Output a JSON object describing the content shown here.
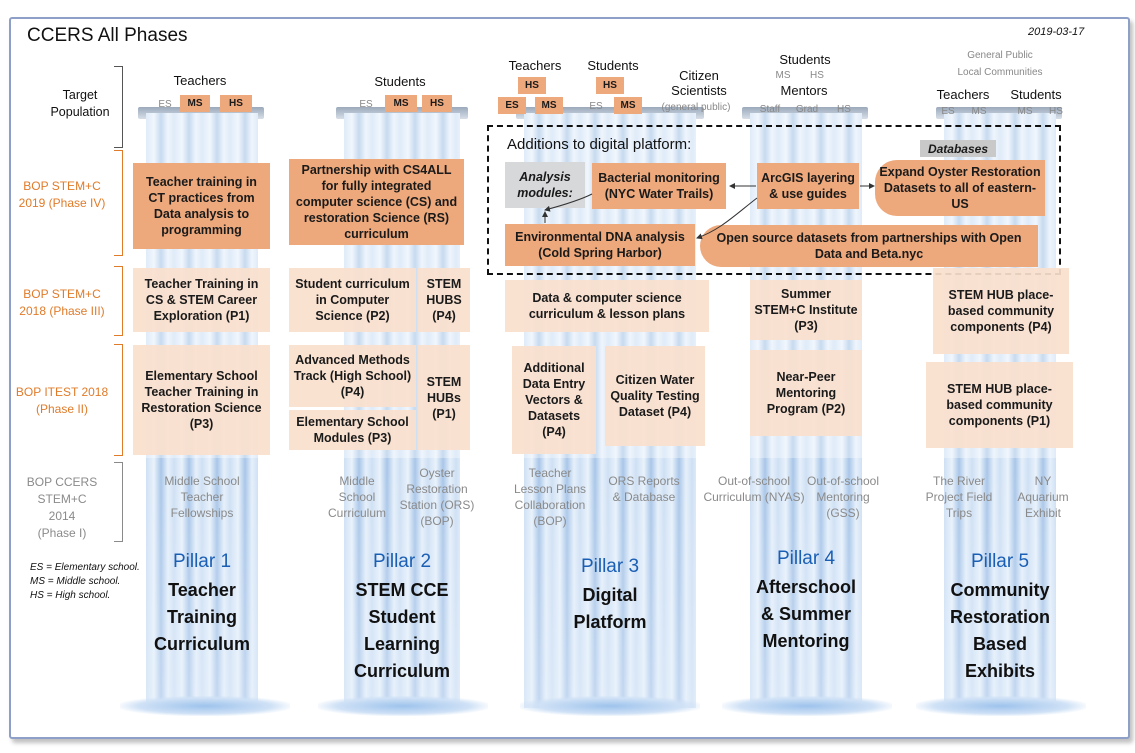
{
  "title": "CCERS All Phases",
  "date": "2019-03-17",
  "target_population_label": "Target Population",
  "target": {
    "p1": {
      "group": "Teachers",
      "es": "ES",
      "ms": "MS",
      "hs": "HS"
    },
    "p2": {
      "group": "Students",
      "es": "ES",
      "ms": "MS",
      "hs": "HS"
    },
    "p3": {
      "teachers": "Teachers",
      "t_hs": "HS",
      "t_es": "ES",
      "t_ms": "MS",
      "students": "Students",
      "s_hs": "HS",
      "s_es": "ES",
      "s_ms": "MS",
      "citizen": "Citizen Scientists",
      "citizen_sub": "(general public)"
    },
    "p4": {
      "students": "Students",
      "s_ms": "MS",
      "s_hs": "HS",
      "mentors": "Mentors",
      "staff": "Staff",
      "grad": "Grad",
      "m_hs": "HS"
    },
    "p5": {
      "general": "General Public",
      "local": "Local Communities",
      "teachers": "Teachers",
      "t_es": "ES",
      "t_ms": "MS",
      "students": "Students",
      "s_ms": "MS",
      "s_hs": "HS"
    }
  },
  "phases": [
    {
      "line1": "BOP STEM+C",
      "line2": "2019 (Phase IV)"
    },
    {
      "line1": "BOP STEM+C",
      "line2": "2018 (Phase III)"
    },
    {
      "line1": "BOP ITEST 2018",
      "line2": "(Phase II)"
    },
    {
      "line1": "BOP CCERS",
      "line2": "STEM+C",
      "line3": "2014",
      "line4": "(Phase I)"
    }
  ],
  "phase4": {
    "p1": "Teacher training in CT practices from Data analysis to programming",
    "p2": "Partnership with CS4ALL for fully integrated computer science (CS) and restoration Science (RS) curriculum",
    "digital_title": "Additions to digital platform:",
    "analysis": "Analysis modules:",
    "bacterial": "Bacterial monitoring (NYC Water Trails)",
    "arcgis": "ArcGIS layering & use guides",
    "databases": "Databases",
    "expand": "Expand Oyster Restoration Datasets to all of eastern- US",
    "edna": "Environmental DNA analysis (Cold Spring Harbor)",
    "open": "Open source datasets from partnerships with Open Data and Beta.nyc"
  },
  "phase3": {
    "p1": "Teacher Training in CS & STEM Career Exploration (P1)",
    "p2a": "Student curriculum in Computer Science (P2)",
    "p2b": "STEM HUBS (P4)",
    "p3": "Data & computer science curriculum & lesson plans",
    "p4": "Summer STEM+C Institute (P3)",
    "p5": "STEM HUB place-based community components (P4)"
  },
  "phase2": {
    "p1": "Elementary School Teacher Training in Restoration Science (P3)",
    "p2a": "Advanced Methods Track (High School) (P4)",
    "p2b": "Elementary School Modules (P3)",
    "p2c": "STEM HUBs (P1)",
    "p3a": "Additional Data Entry Vectors & Datasets (P4)",
    "p3b": "Citizen Water Quality Testing Dataset (P4)",
    "p4": "Near-Peer Mentoring Program (P2)",
    "p5": "STEM HUB place-based community components (P1)"
  },
  "phase1": {
    "p1": "Middle School Teacher Fellowships",
    "p2a": "Middle School Curriculum",
    "p2b": "Oyster Restoration Station (ORS) (BOP)",
    "p3a": "Teacher Lesson Plans Collaboration (BOP)",
    "p3b": "ORS Reports & Database",
    "p4a": "Out-of-school Curriculum (NYAS)",
    "p4b": "Out-of-school Mentoring (GSS)",
    "p5a": "The River Project Field Trips",
    "p5b": "NY Aquarium Exhibit"
  },
  "pillars": [
    {
      "name": "Pillar 1",
      "l1": "Teacher",
      "l2": "Training",
      "l3": "Curriculum"
    },
    {
      "name": "Pillar 2",
      "l1": "STEM CCE",
      "l2": "Student",
      "l3": "Learning",
      "l4": "Curriculum"
    },
    {
      "name": "Pillar 3",
      "l1": "Digital",
      "l2": "Platform"
    },
    {
      "name": "Pillar 4",
      "l1": "Afterschool",
      "l2": "& Summer",
      "l3": "Mentoring"
    },
    {
      "name": "Pillar 5",
      "l1": "Community",
      "l2": "Restoration",
      "l3": "Based",
      "l4": "Exhibits"
    }
  ],
  "legend": {
    "es": "ES = Elementary school.",
    "ms": "MS = Middle school.",
    "hs": "HS = High school."
  },
  "colors": {
    "orange_box": "#eda87b",
    "light_box": "#fae0cd",
    "phase_orange": "#e07b2a",
    "pillar_blue": "#1a5fb4"
  }
}
